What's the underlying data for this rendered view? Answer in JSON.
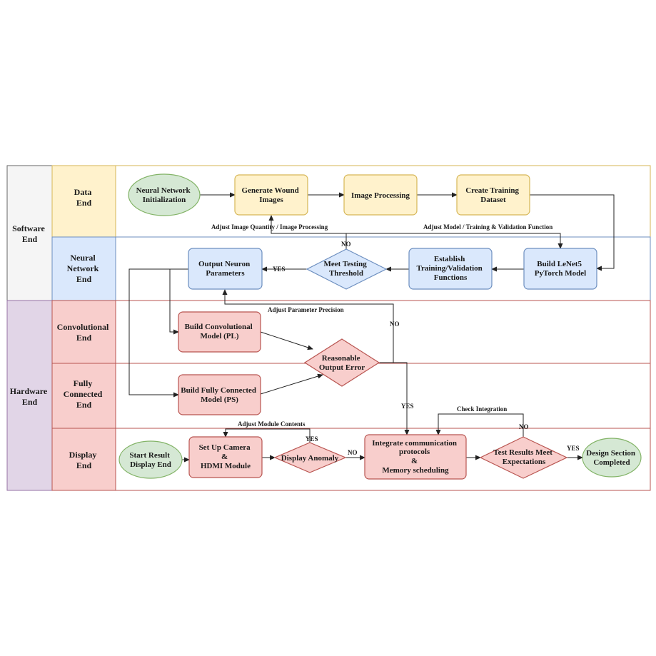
{
  "swimlanes": {
    "groups": [
      {
        "id": "software",
        "label": [
          "Software",
          "End"
        ]
      },
      {
        "id": "hardware",
        "label": [
          "Hardware",
          "End"
        ]
      }
    ],
    "lanes": [
      {
        "id": "data",
        "label": [
          "Data",
          "End"
        ]
      },
      {
        "id": "neural",
        "label": [
          "Neural",
          "Network",
          "End"
        ]
      },
      {
        "id": "conv",
        "label": [
          "Convolutional",
          "End"
        ]
      },
      {
        "id": "fc",
        "label": [
          "Fully",
          "Connected",
          "End"
        ]
      },
      {
        "id": "display",
        "label": [
          "Display",
          "End"
        ]
      }
    ]
  },
  "nodes": {
    "nn_init": {
      "lines": [
        "Neural Network",
        "Initialization"
      ],
      "shape": "ellipse",
      "color": "#d5e8d4"
    },
    "gen_wound": {
      "lines": [
        "Generate Wound",
        "Images"
      ],
      "shape": "rect",
      "color": "#fff2cc"
    },
    "img_proc": {
      "lines": [
        "Image Processing"
      ],
      "shape": "rect",
      "color": "#fff2cc"
    },
    "create_ds": {
      "lines": [
        "Create Training",
        "Dataset"
      ],
      "shape": "rect",
      "color": "#fff2cc"
    },
    "output_params": {
      "lines": [
        "Output Neuron",
        "Parameters"
      ],
      "shape": "rect",
      "color": "#dae8fc"
    },
    "meet_test": {
      "lines": [
        "Meet Testing",
        "Threshold"
      ],
      "shape": "diamond",
      "color": "#dae8fc"
    },
    "establish": {
      "lines": [
        "Establish",
        "Training/Validation",
        "Functions"
      ],
      "shape": "rect",
      "color": "#dae8fc"
    },
    "build_lenet": {
      "lines": [
        "Build LeNet5",
        "PyTorch Model"
      ],
      "shape": "rect",
      "color": "#dae8fc"
    },
    "build_conv": {
      "lines": [
        "Build Convolutional",
        "Model (PL)"
      ],
      "shape": "rect",
      "color": "#f8cecc"
    },
    "reasonable": {
      "lines": [
        "Reasonable",
        "Output Error"
      ],
      "shape": "diamond",
      "color": "#f8cecc"
    },
    "build_fc": {
      "lines": [
        "Build Fully Connected",
        "Model (PS)"
      ],
      "shape": "rect",
      "color": "#f8cecc"
    },
    "start_display": {
      "lines": [
        "Start Result",
        "Display End"
      ],
      "shape": "ellipse",
      "color": "#d5e8d4"
    },
    "setup_cam": {
      "lines": [
        "Set Up Camera",
        "&",
        "HDMI Module"
      ],
      "shape": "rect",
      "color": "#f8cecc"
    },
    "disp_anomaly": {
      "lines": [
        "Display Anomaly"
      ],
      "shape": "diamond",
      "color": "#f8cecc"
    },
    "integrate": {
      "lines": [
        "Integrate communication",
        "protocols",
        "&",
        "Memory scheduling"
      ],
      "shape": "rect",
      "color": "#f8cecc"
    },
    "test_meet": {
      "lines": [
        "Test Results Meet",
        "Expectations"
      ],
      "shape": "diamond",
      "color": "#f8cecc"
    },
    "design_done": {
      "lines": [
        "Design Section",
        "Completed"
      ],
      "shape": "ellipse",
      "color": "#d5e8d4"
    }
  },
  "edge_labels": {
    "adjust_img": "Adjust Image Quantity / Image Processing",
    "adjust_model": "Adjust Model / Training & Validation Function",
    "no_meet": "NO",
    "yes_meet": "YES",
    "adjust_param": "Adjust Parameter Precision",
    "no_reasonable": "NO",
    "yes_reasonable": "YES",
    "adjust_module": "Adjust Module Contents",
    "yes_anomaly": "YES",
    "no_anomaly": "NO",
    "check_integration": "Check Integration",
    "no_test": "NO",
    "yes_test": "YES"
  },
  "colors": {
    "software_group": "#f5f5f5",
    "hardware_group": "#e1d5e7",
    "data_lane": "#fff2cc",
    "neural_lane": "#dae8fc",
    "hardware_lane": "#f8cecc",
    "data_border": "#d6b656",
    "neural_border": "#6c8ebf",
    "hardware_border": "#b85450",
    "green_border": "#82b366"
  }
}
